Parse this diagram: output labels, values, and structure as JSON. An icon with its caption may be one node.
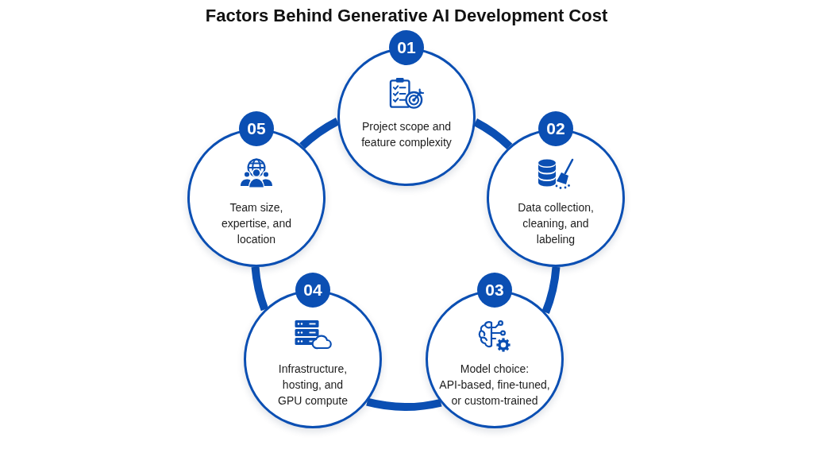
{
  "diagram": {
    "title": "Factors Behind Generative AI Development Cost",
    "nodes": [
      {
        "text": [
          "01",
          "Project scope and feature complexity"
        ]
      },
      {
        "text": [
          "02",
          "Data collection, cleaning, and labeling"
        ]
      },
      {
        "text": [
          "03",
          "Model choice: API-based, fine-tuned, or custom-trained"
        ]
      },
      {
        "text": [
          "04",
          "Infrastructure, hosting, and GPU compute"
        ]
      },
      {
        "text": [
          "05",
          "Team size, expertise, and location"
        ]
      }
    ],
    "edges": [
      {
        "from": 0,
        "to": 1,
        "arrow": "none"
      },
      {
        "from": 1,
        "to": 2,
        "arrow": "none"
      },
      {
        "from": 2,
        "to": 3,
        "arrow": "none"
      },
      {
        "from": 3,
        "to": 4,
        "arrow": "none"
      },
      {
        "from": 4,
        "to": 0,
        "arrow": "none"
      }
    ]
  }
}
